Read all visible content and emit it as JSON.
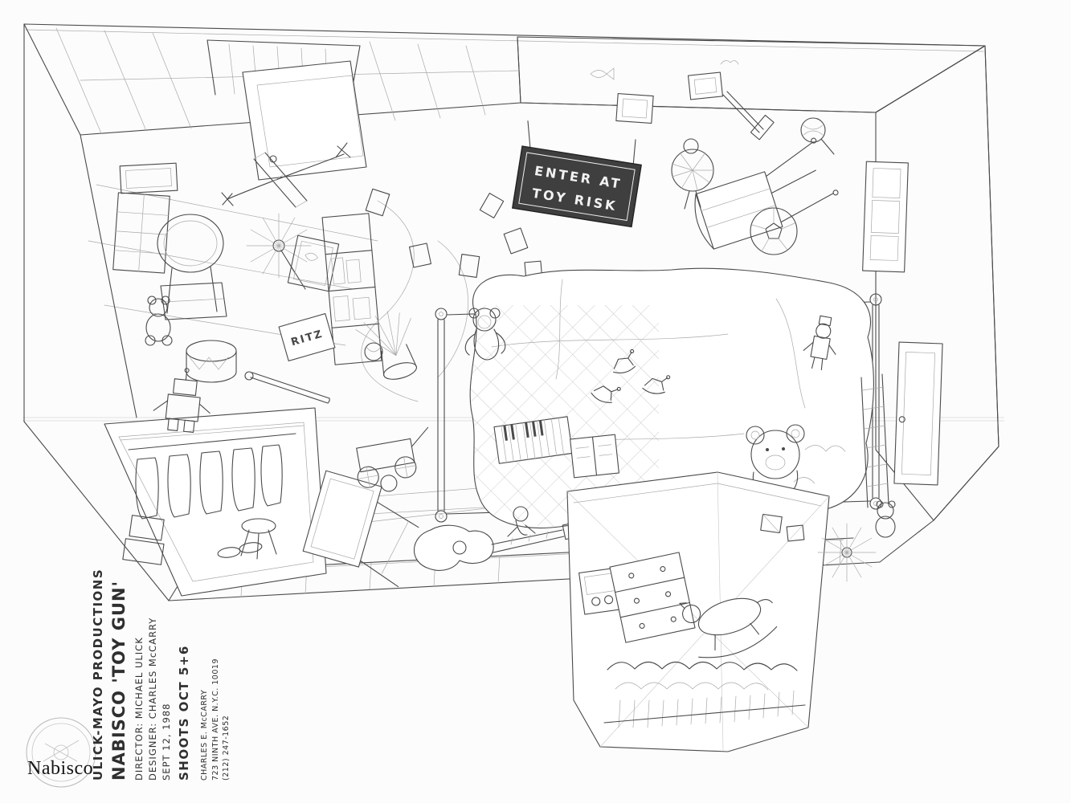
{
  "credits": {
    "company": "ULICK-MAYO PRODUCTIONS",
    "project": "NABISCO 'TOY GUN'",
    "director": "DIRECTOR: MICHAEL ULICK",
    "designer": "DESIGNER: CHARLES McCARRY",
    "date": "SEPT 12, 1988",
    "shoot": "SHOOTS OCT 5+6",
    "contact": {
      "name": "CHARLES E. McCARRY",
      "address": "723 NINTH AVE. N.Y.C. 10019",
      "phone": "(212) 247-1652"
    }
  },
  "labels": {
    "door_sign_line1": "ENTER AT",
    "door_sign_line2": "TOY RISK",
    "box": "RITZ",
    "brand": "Nabisco"
  },
  "colors": {
    "paper": "#fcfcfc",
    "pencil": "#4a4a4a",
    "pencil_light": "#a9a9a9",
    "sign_fill": "#3f3f3f"
  }
}
